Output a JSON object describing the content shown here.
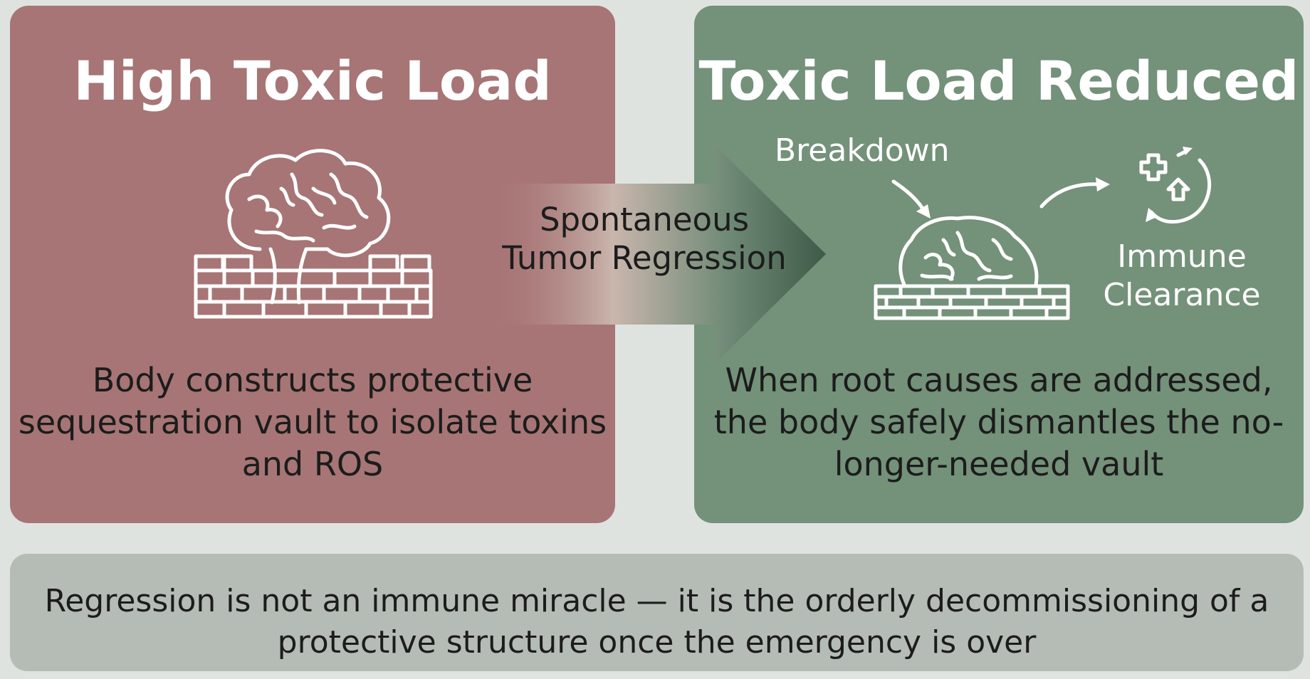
{
  "left": {
    "title": "High Toxic Load",
    "description": "Body constructs protective sequestration vault to isolate toxins and ROS",
    "icon": "brain-vault-icon"
  },
  "arrow": {
    "label": "Spontaneous Tumor Regression"
  },
  "right": {
    "title": "Toxic Load Reduced",
    "breakdown_label": "Breakdown",
    "immune_label": "Immune Clearance",
    "description": "When root causes are addressed, the body safely dismantles the no-longer-needed vault",
    "icons": [
      "partial-brain-vault-icon",
      "immune-recycle-icon"
    ]
  },
  "bottom": {
    "text": "Regression is not an immune miracle — it is the orderly decommissioning of a protective structure once the emergency is over"
  },
  "colors": {
    "background": "#dfe3e0",
    "left_panel": "#a77575",
    "right_panel": "#74917a",
    "bottom_panel": "#b5bcb5",
    "arrow": "#3f5a48"
  }
}
